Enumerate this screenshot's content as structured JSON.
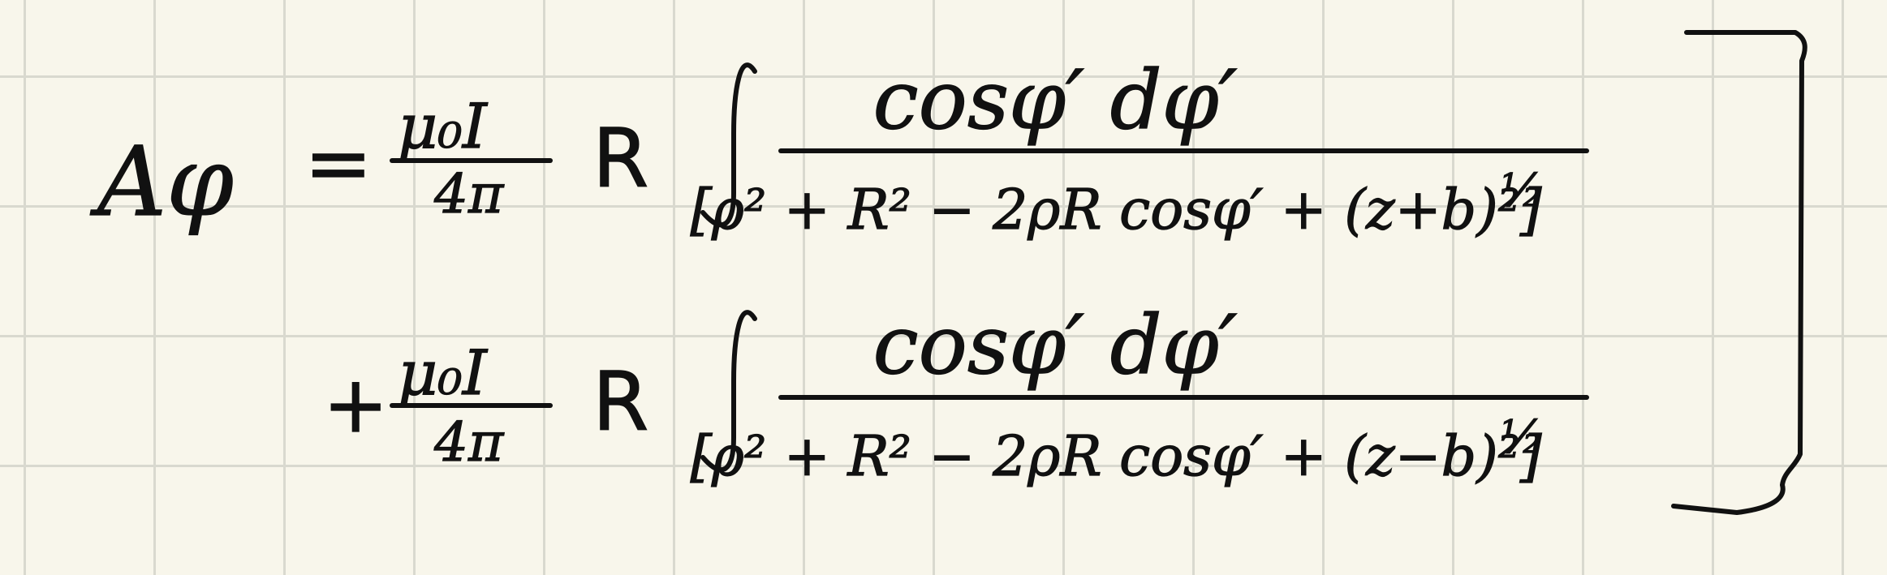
{
  "equation": {
    "lhs": "Aφ",
    "equals": "=",
    "plus": "+",
    "term1": {
      "coef_num": "μ₀I",
      "coef_den": "4π",
      "factor": "R",
      "integral": "∫",
      "numerator": "cosφ′ dφ′",
      "denominator": "[ρ² + R² − 2ρR cosφ′ + (z+b)²]",
      "exponent": "½"
    },
    "term2": {
      "coef_num": "μ₀I",
      "coef_den": "4π",
      "factor": "R",
      "integral": "∫",
      "numerator": "cosφ′ dφ′",
      "denominator": "[ρ² + R² − 2ρR cosφ′ + (z−b)²]",
      "exponent": "½"
    }
  },
  "colors": {
    "paper": "#f8f6eb",
    "grid": "#d9d9cf",
    "ink": "#111111"
  }
}
